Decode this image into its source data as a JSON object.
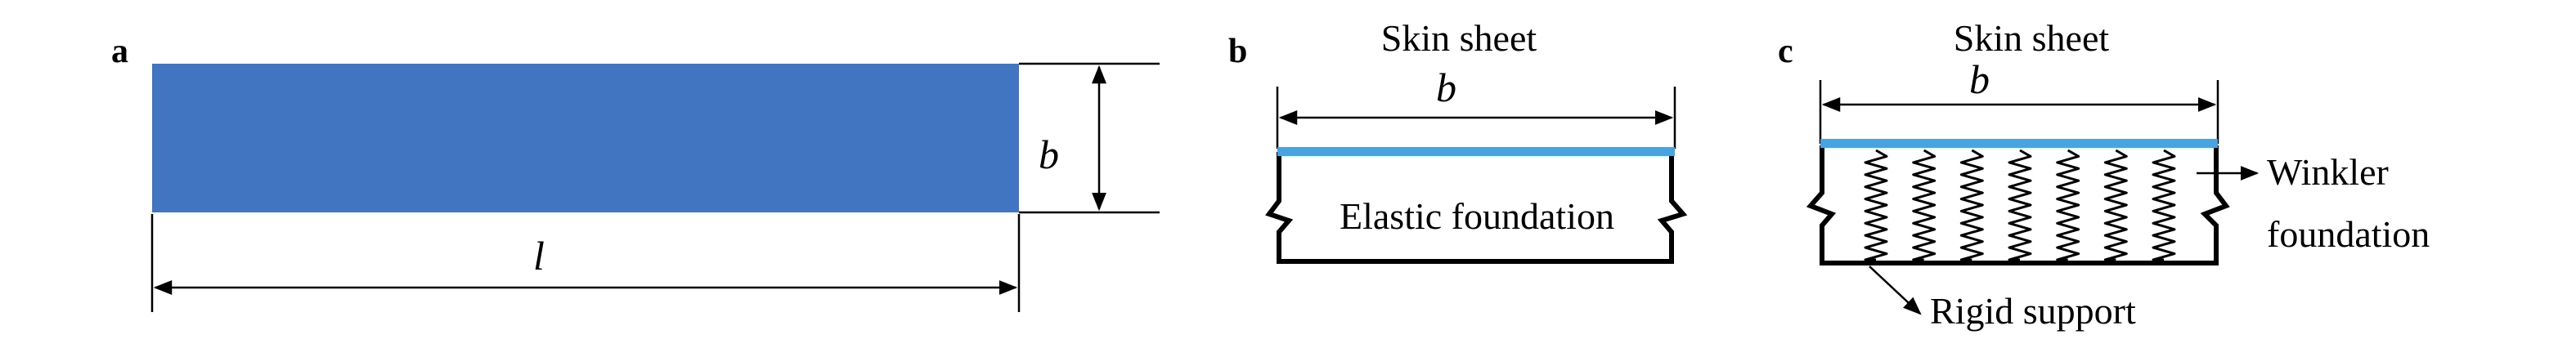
{
  "panels": {
    "a": {
      "letter": "a",
      "width_symbol": "b",
      "length_symbol": "l",
      "plate_color": "#4275C1"
    },
    "b": {
      "letter": "b",
      "skin_label": "Skin sheet",
      "width_symbol": "b",
      "foundation_label": "Elastic foundation",
      "skin_color": "#4AA3DF"
    },
    "c": {
      "letter": "c",
      "skin_label": "Skin sheet",
      "width_symbol": "b",
      "winkler_label_line1": "Winkler",
      "winkler_label_line2": "foundation",
      "support_label": "Rigid support",
      "skin_color": "#4AA3DF",
      "spring_count": 7
    }
  }
}
